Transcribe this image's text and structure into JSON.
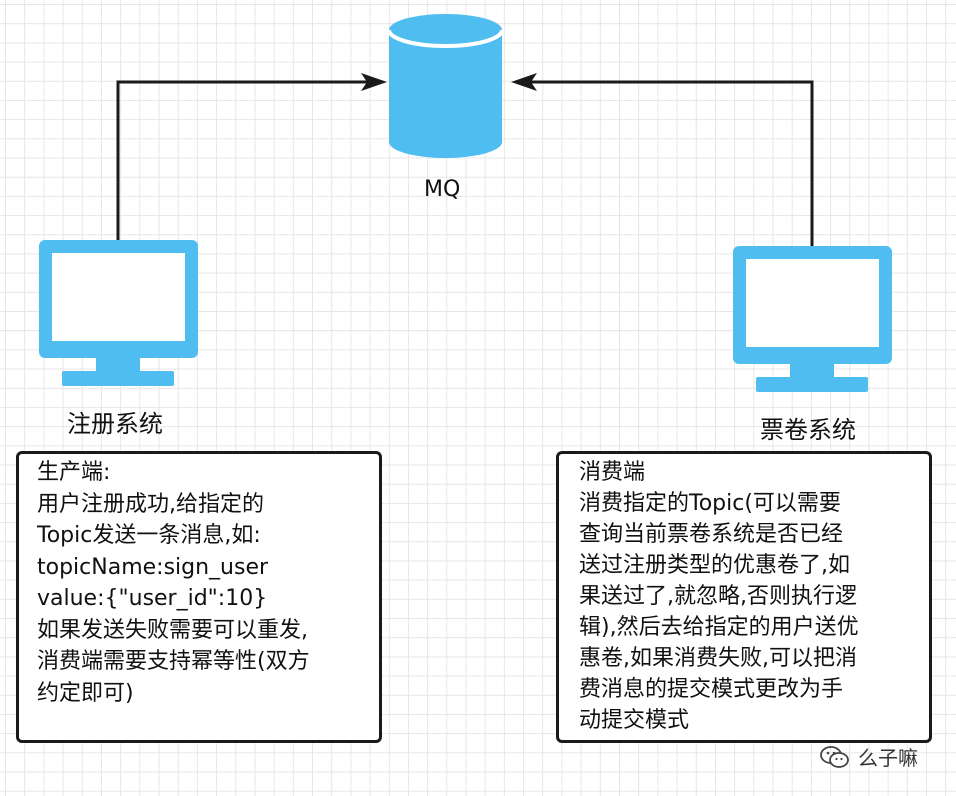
{
  "colors": {
    "accent": "#4fbdf0",
    "line": "#1a1a1a",
    "grid": "#e6e6e6"
  },
  "nodes": {
    "mq": {
      "label": "MQ",
      "icon": "database-icon"
    },
    "register": {
      "label": "注册系统",
      "icon": "monitor-icon"
    },
    "coupon": {
      "label": "票卷系统",
      "icon": "monitor-icon"
    }
  },
  "producer_note": {
    "lines": [
      "生产端:",
      "用户注册成功,给指定的",
      "Topic发送一条消息,如:",
      "topicName:sign_user",
      "value:{\"user_id\":10}",
      "如果发送失败需要可以重发,",
      "消费端需要支持幂等性(双方",
      "约定即可)"
    ]
  },
  "consumer_note": {
    "lines": [
      "消费端",
      "消费指定的Topic(可以需要",
      "查询当前票卷系统是否已经",
      "送过注册类型的优惠卷了,如",
      "果送过了,就忽略,否则执行逻",
      "辑),然后去给指定的用户送优",
      "惠卷,如果消费失败,可以把消",
      "费消息的提交模式更改为手",
      "动提交模式"
    ]
  },
  "watermark": {
    "text": "么子嘛",
    "icon": "wechat-icon"
  }
}
